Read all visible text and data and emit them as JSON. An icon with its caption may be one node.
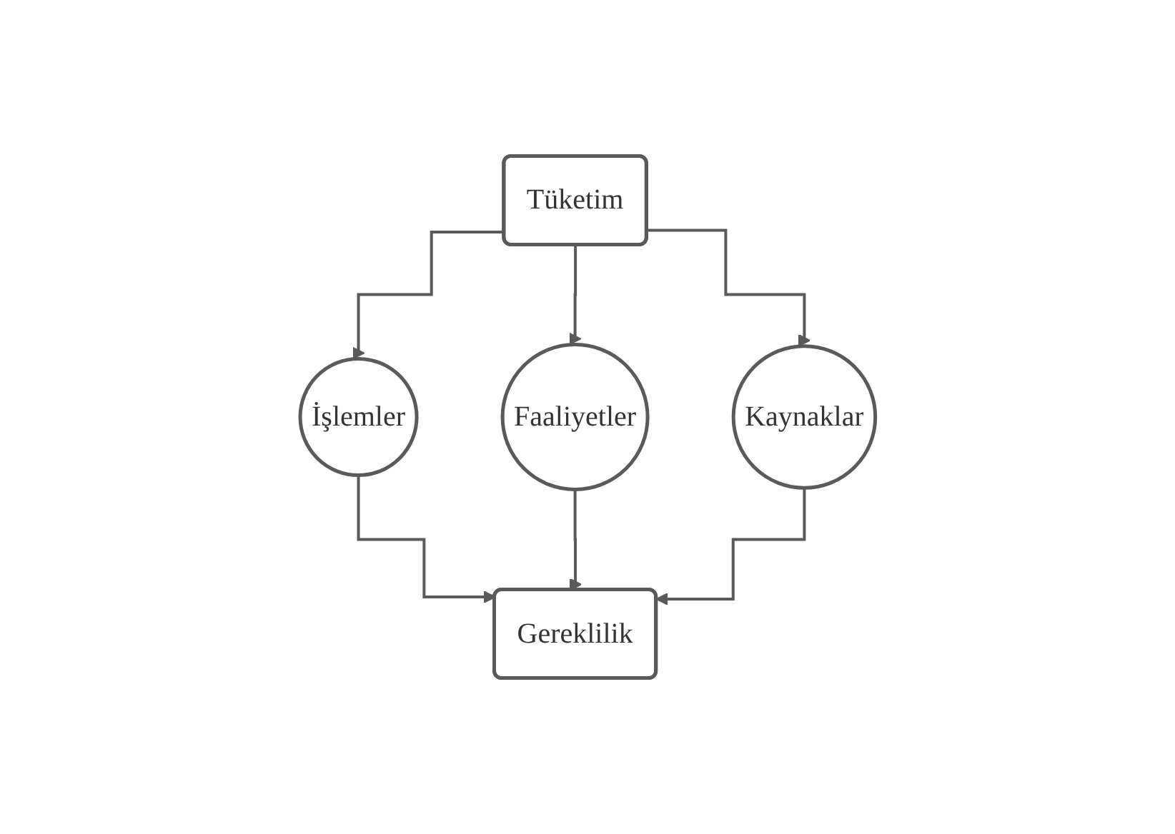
{
  "diagram": {
    "nodes": [
      {
        "text": [
          "Tüketim"
        ]
      },
      {
        "text": [
          "İşlemler"
        ]
      },
      {
        "text": [
          "Faaliyetler"
        ]
      },
      {
        "text": [
          "Kaynaklar"
        ]
      },
      {
        "text": [
          "Gereklilik"
        ]
      }
    ],
    "edges": [
      {
        "from": 0,
        "to": 1,
        "arrow": "to"
      },
      {
        "from": 0,
        "to": 2,
        "arrow": "to"
      },
      {
        "from": 0,
        "to": 3,
        "arrow": "to"
      },
      {
        "from": 1,
        "to": 4,
        "arrow": "to"
      },
      {
        "from": 2,
        "to": 4,
        "arrow": "to"
      },
      {
        "from": 3,
        "to": 4,
        "arrow": "to"
      }
    ]
  }
}
